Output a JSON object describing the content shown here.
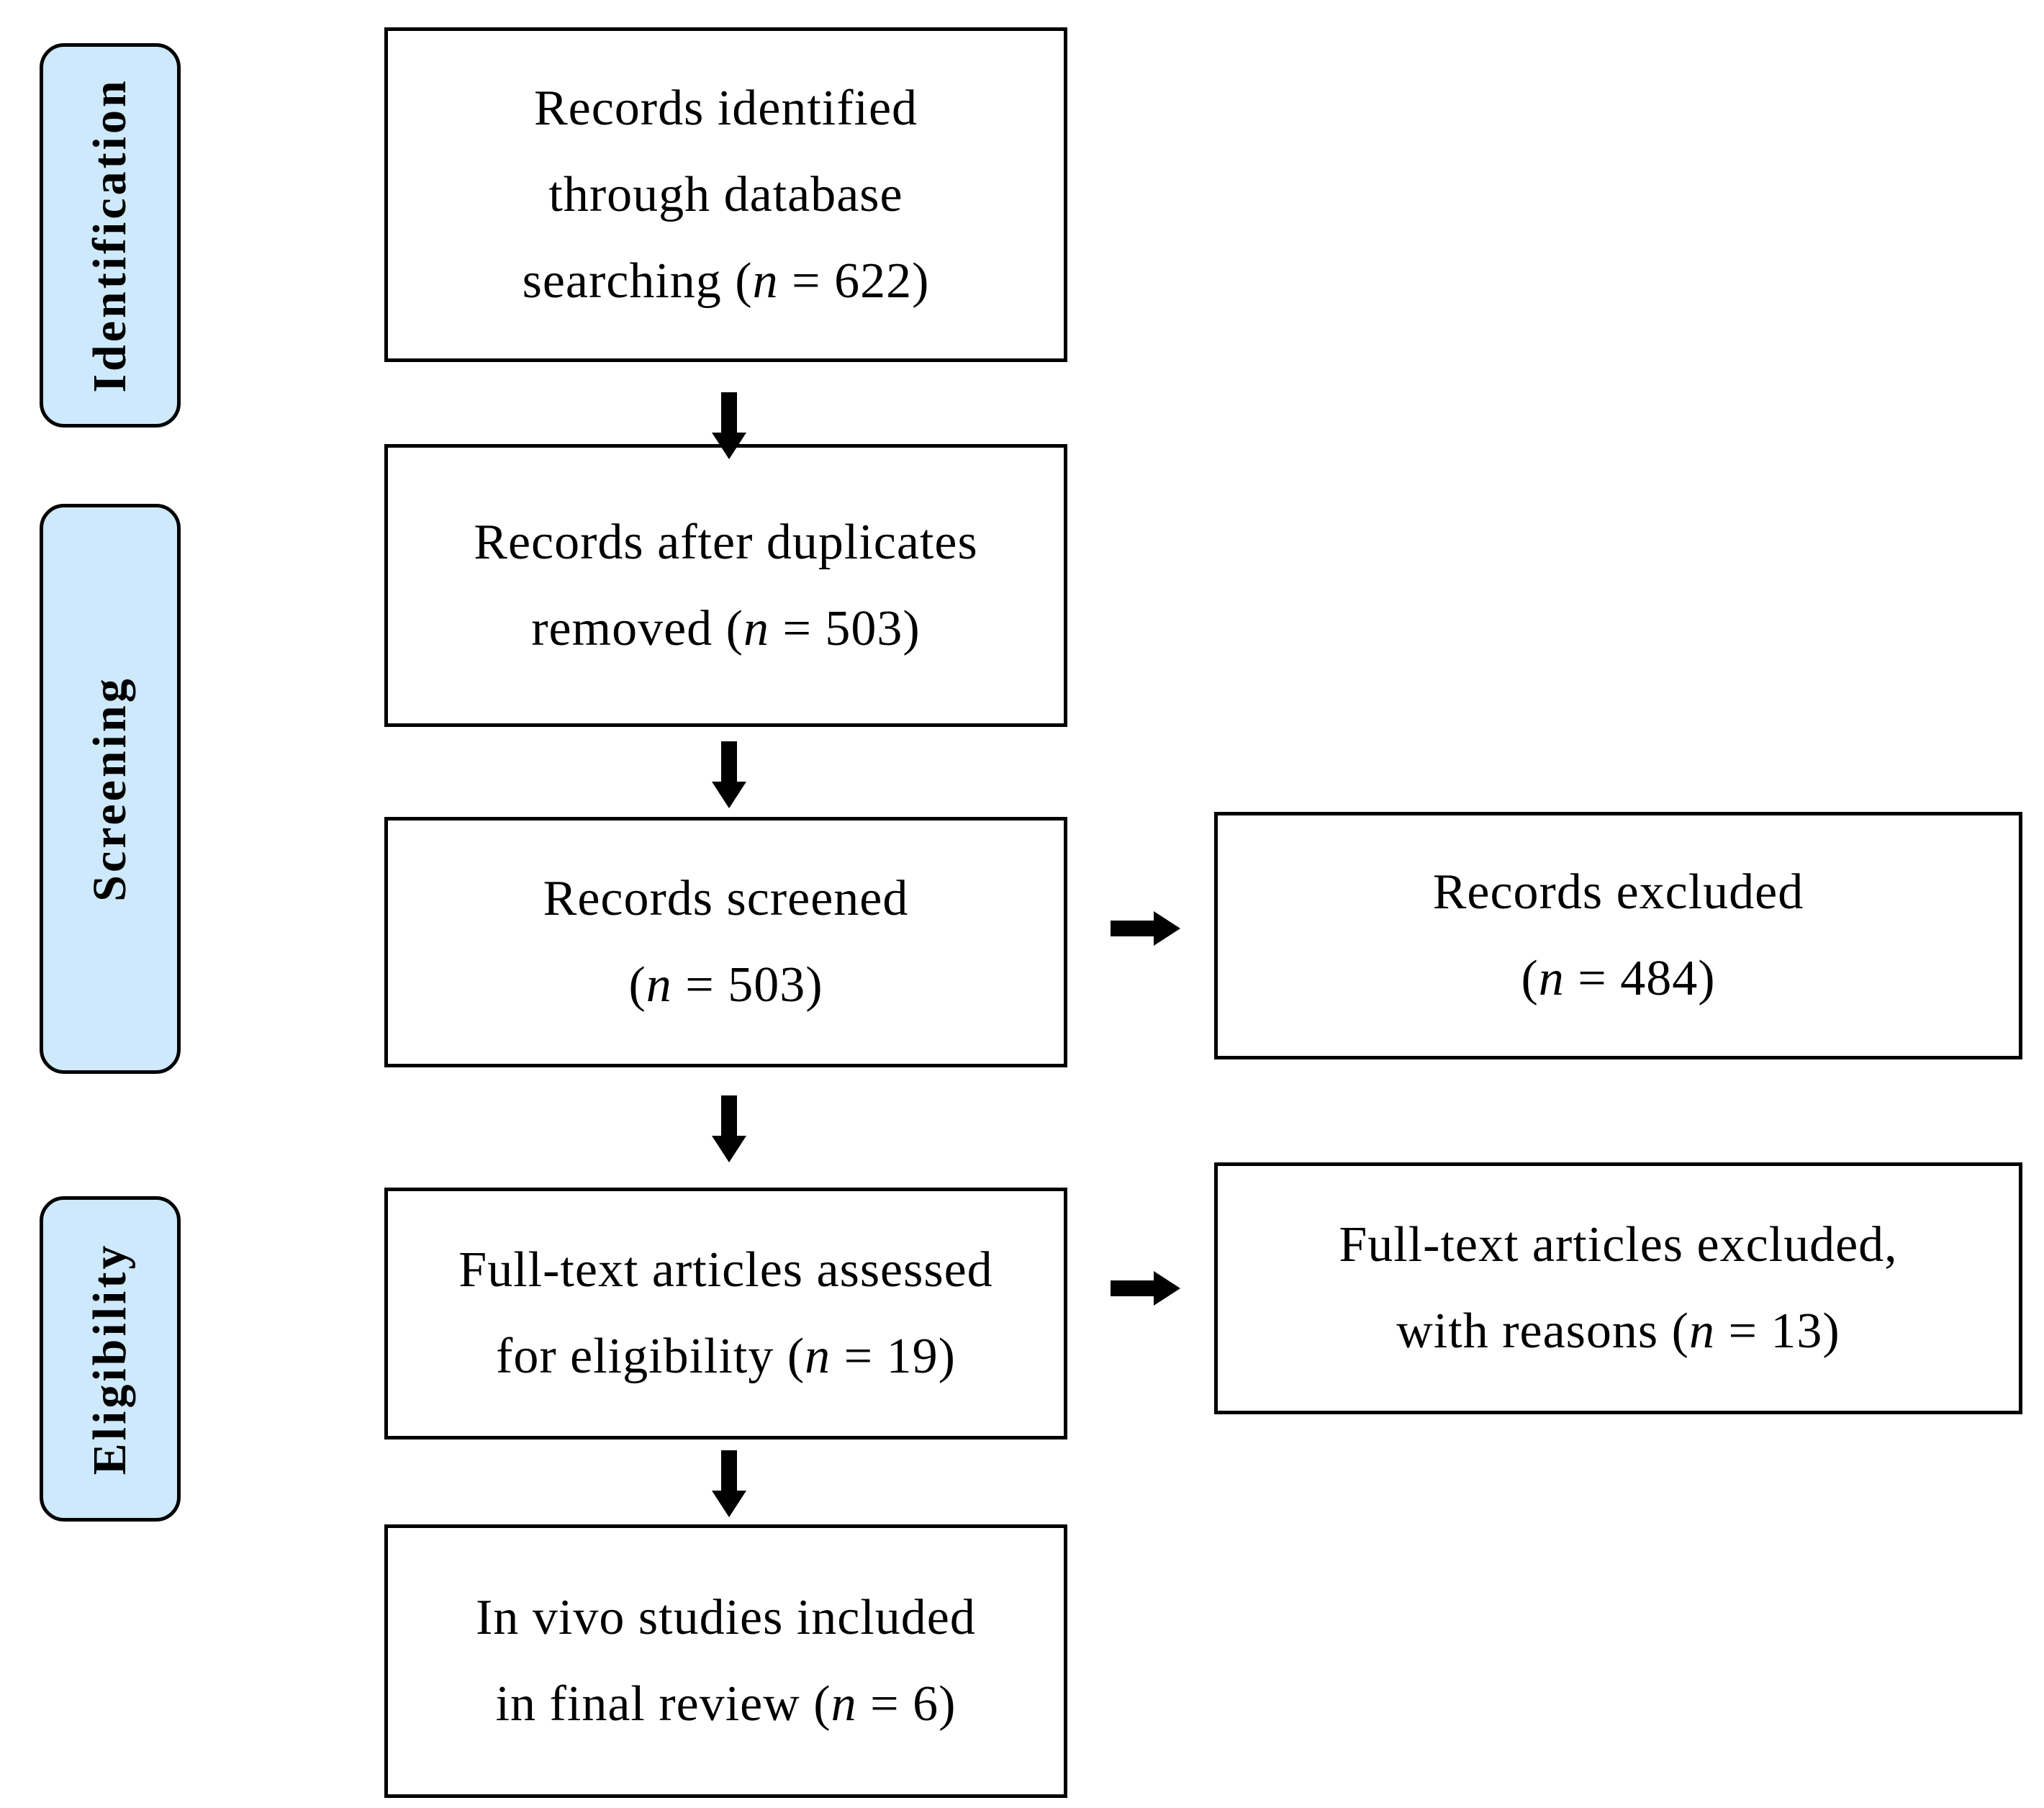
{
  "figure": {
    "type": "prisma-flow-diagram",
    "stages": [
      {
        "id": "identification",
        "label": "Identification"
      },
      {
        "id": "screening",
        "label": "Screening"
      },
      {
        "id": "eligibility",
        "label": "Eligibility"
      }
    ],
    "flow_boxes": [
      {
        "id": "records-identified",
        "lines": [
          "Records identified",
          "through database",
          "searching (n = 622)"
        ]
      },
      {
        "id": "records-after-duplicates",
        "lines": [
          "Records after duplicates",
          "removed (n = 503)"
        ]
      },
      {
        "id": "records-screened",
        "lines": [
          "Records screened",
          "(n = 503)"
        ]
      },
      {
        "id": "full-text-assessed",
        "lines": [
          "Full-text articles assessed",
          "for eligibility (n = 19)"
        ]
      },
      {
        "id": "studies-included",
        "lines": [
          "In vivo studies included",
          "in final review (n = 6)"
        ]
      }
    ],
    "exclusion_boxes": [
      {
        "id": "records-excluded",
        "lines": [
          "Records excluded",
          "(n = 484)"
        ]
      },
      {
        "id": "full-text-excluded",
        "lines": [
          "Full-text articles excluded,",
          "with reasons (n = 13)"
        ]
      }
    ],
    "colors": {
      "stage_fill": "#cde9fb",
      "stage_border": "#000000",
      "box_border": "#000000",
      "arrow": "#000000",
      "text": "#000000",
      "background": "#ffffff"
    }
  }
}
